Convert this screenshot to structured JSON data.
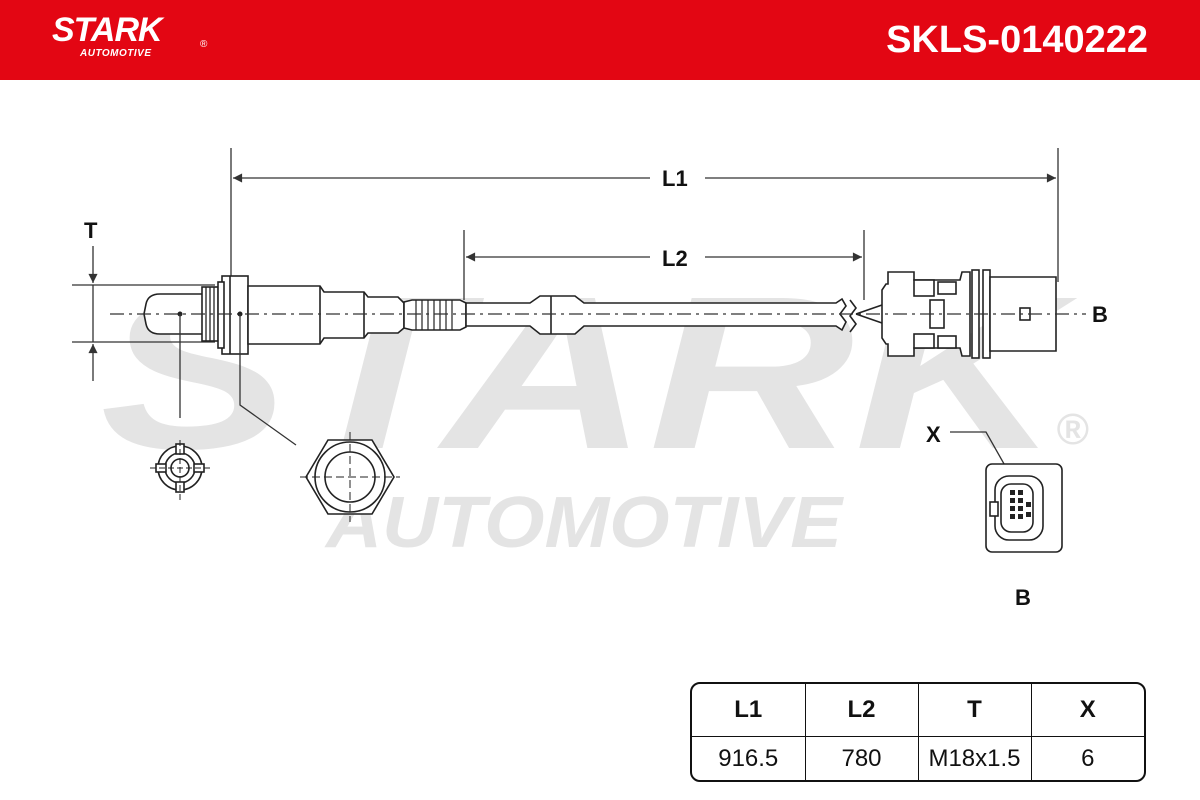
{
  "header": {
    "brand_name": "STARK",
    "brand_reg": "®",
    "brand_sub": "AUTOMOTIVE",
    "part_number": "SKLS-0140222",
    "color": "#e30613"
  },
  "watermark": {
    "title": "STARK",
    "subtitle": "AUTOMOTIVE",
    "reg": "®"
  },
  "drawing": {
    "labels": {
      "l1": "L1",
      "l2": "L2",
      "t": "T",
      "b_right": "B",
      "x": "X",
      "b_bottom": "B"
    }
  },
  "spec_table": {
    "headers": [
      "L1",
      "L2",
      "T",
      "X"
    ],
    "values": [
      "916.5",
      "780",
      "M18x1.5",
      "6"
    ]
  }
}
